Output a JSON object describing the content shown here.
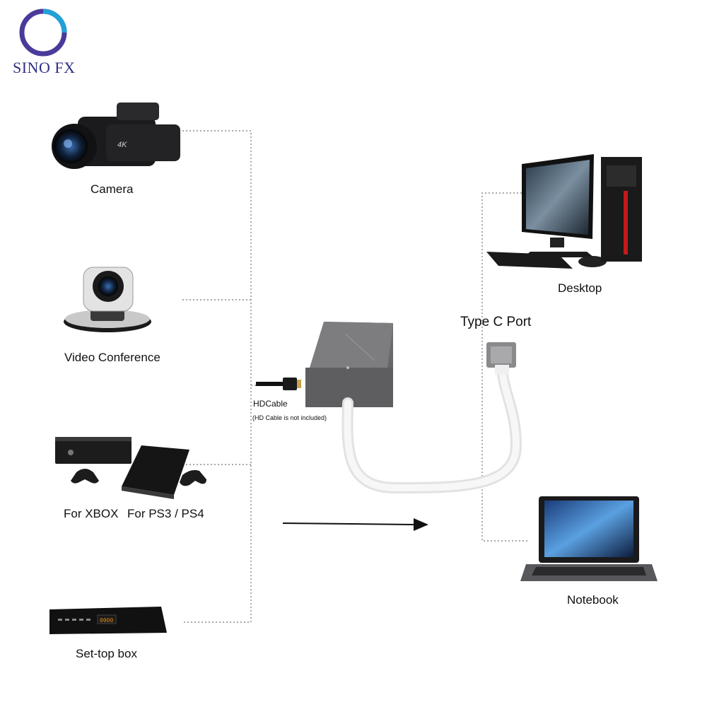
{
  "brand": {
    "name": "SINO FX"
  },
  "sources": [
    {
      "label": "Camera",
      "icon": "camera-icon",
      "badge": "4K"
    },
    {
      "label": "Video Conference",
      "icon": "conference-camera-icon"
    },
    {
      "label": "For XBOX",
      "icon": "xbox-icon"
    },
    {
      "label": "For PS3 / PS4",
      "icon": "playstation-icon"
    },
    {
      "label": "Set-top box",
      "icon": "settop-box-icon"
    }
  ],
  "cable": {
    "label": "HDCable",
    "note": "(HD Cable is not included)"
  },
  "port": {
    "label": "Type C Port"
  },
  "targets": [
    {
      "label": "Desktop",
      "icon": "desktop-icon"
    },
    {
      "label": "Notebook",
      "icon": "notebook-icon"
    }
  ],
  "colors": {
    "logo": "#2f2f86",
    "device": "#6e6e70",
    "dots": "#8a8a8a"
  }
}
